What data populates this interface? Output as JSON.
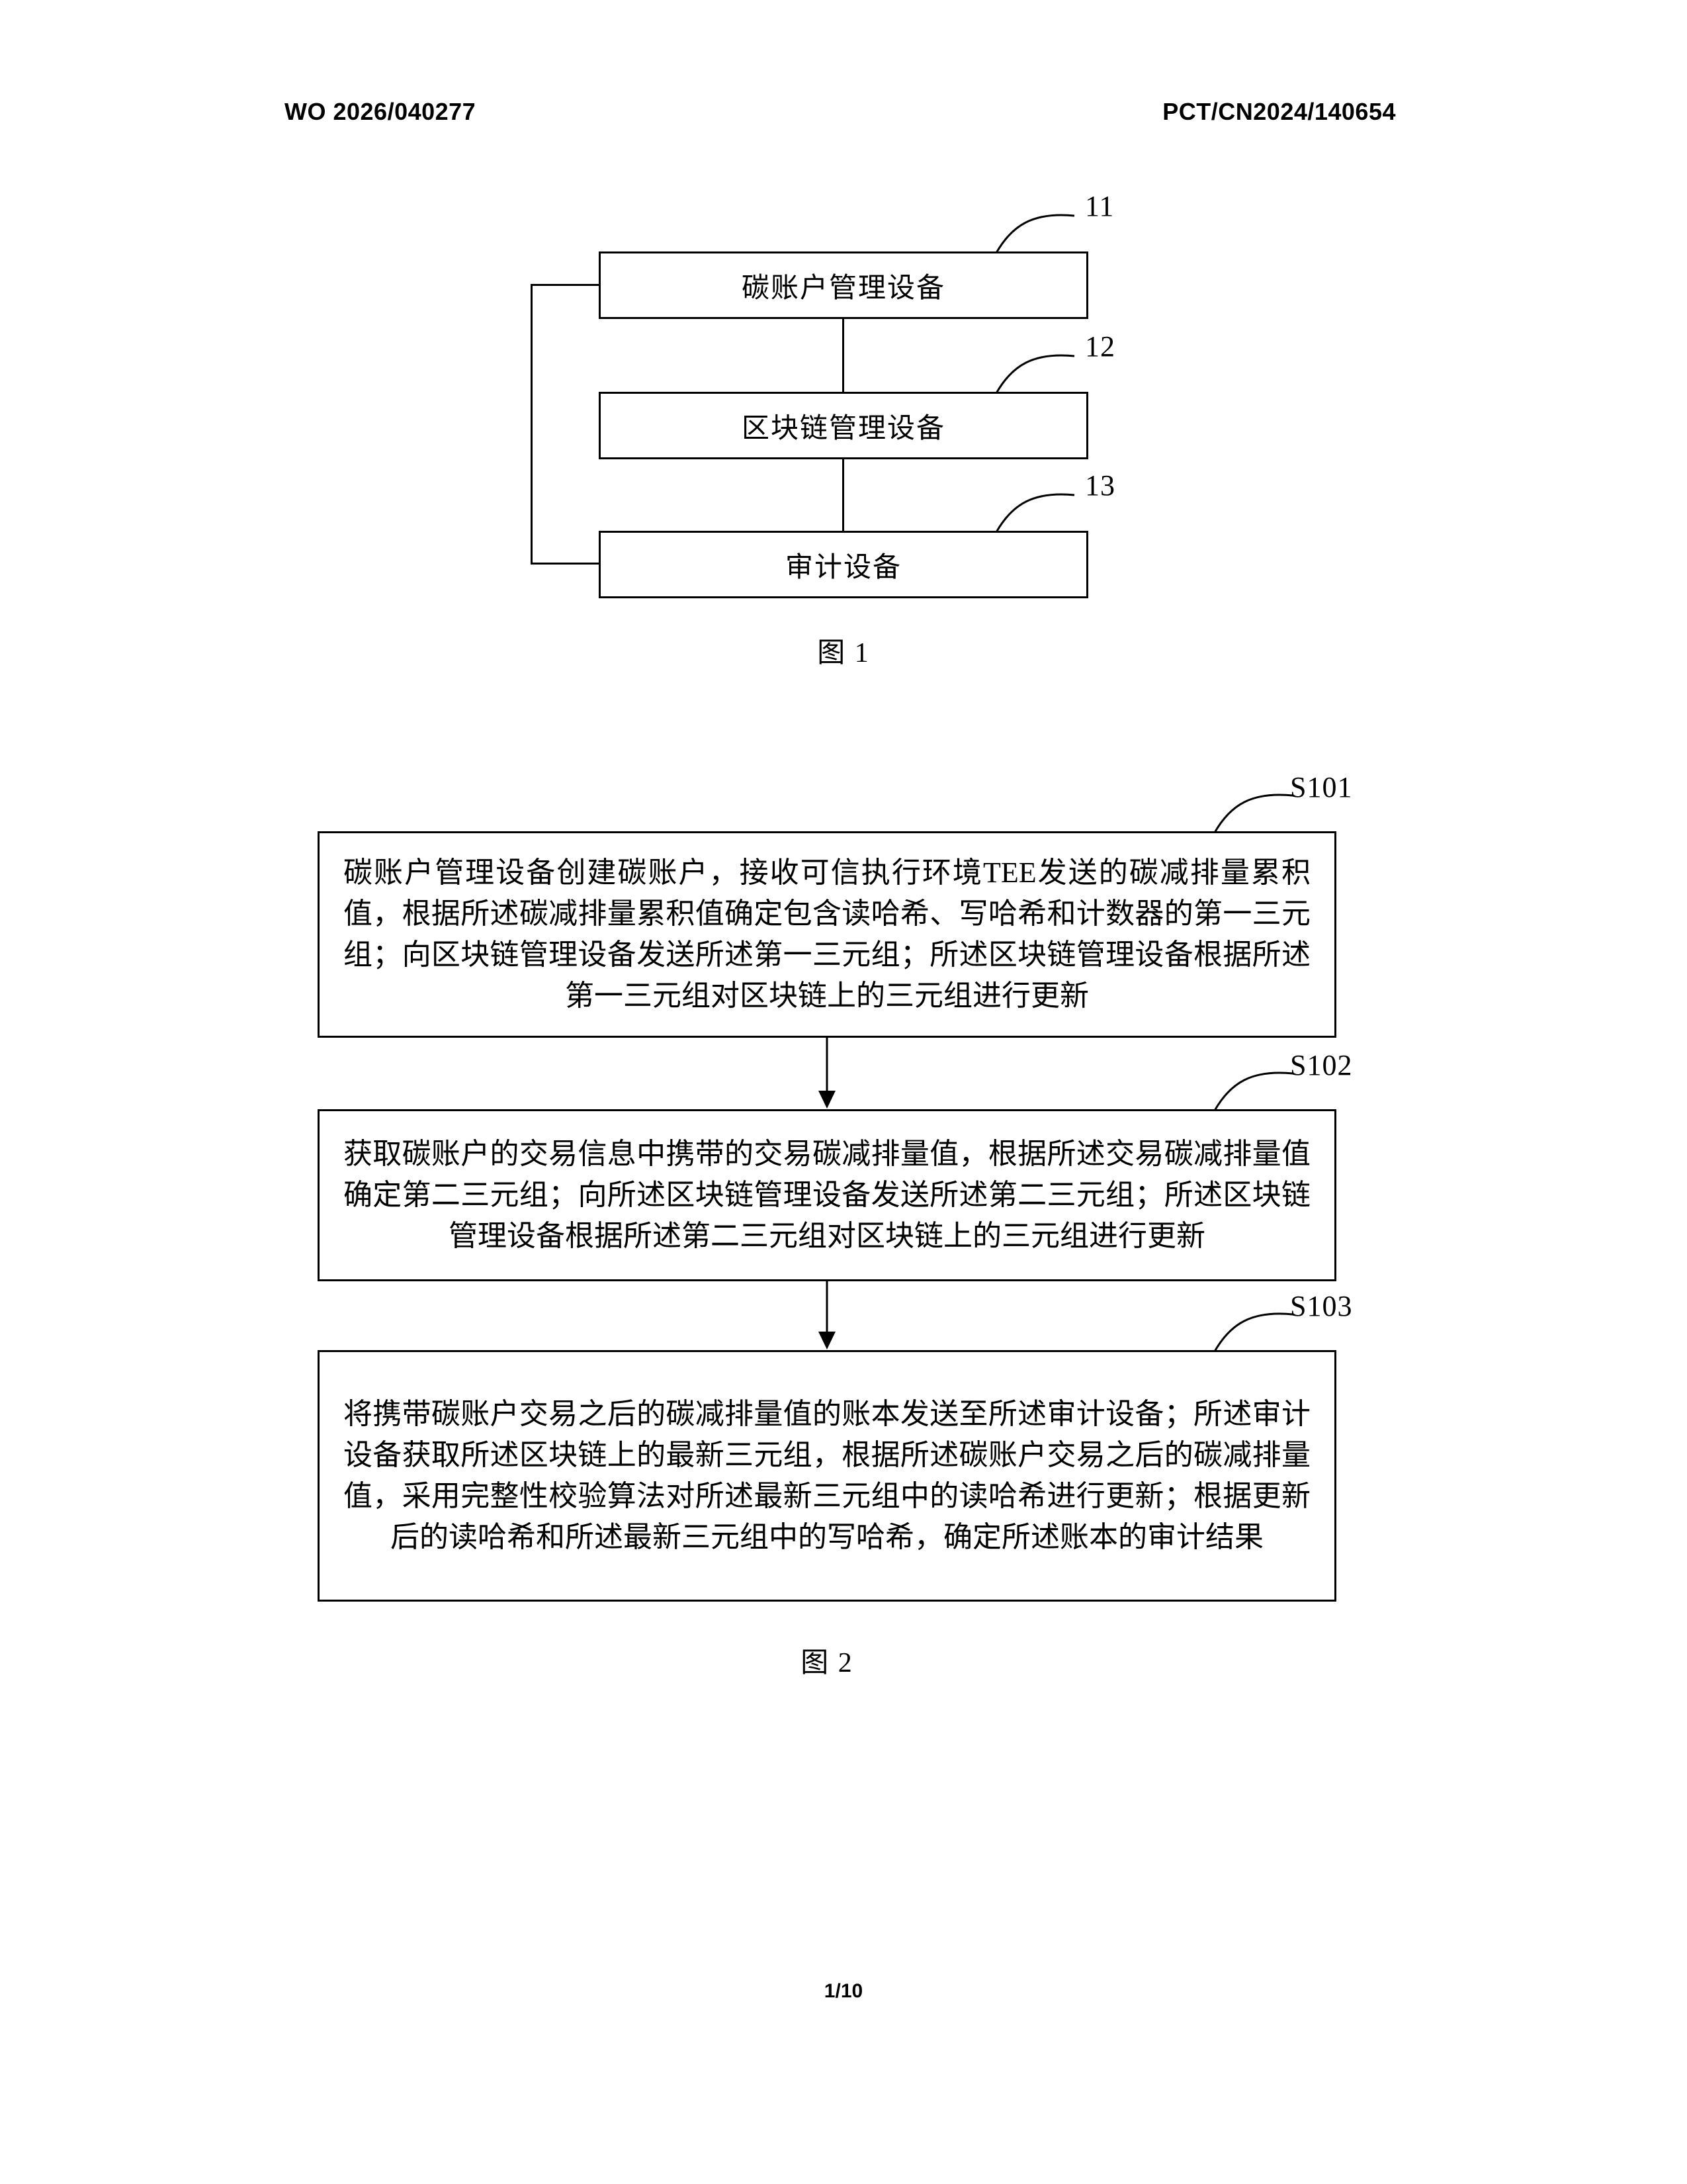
{
  "page": {
    "header_left": "WO 2026/040277",
    "header_right": "PCT/CN2024/140654",
    "page_number": "1/10"
  },
  "figure1": {
    "caption": "图 1",
    "boxes": [
      {
        "ref": "11",
        "label": "碳账户管理设备"
      },
      {
        "ref": "12",
        "label": "区块链管理设备"
      },
      {
        "ref": "13",
        "label": "审计设备"
      }
    ]
  },
  "figure2": {
    "caption": "图 2",
    "steps": [
      {
        "ref": "S101",
        "text": "碳账户管理设备创建碳账户，接收可信执行环境TEE发送的碳减排量累积值，根据所述碳减排量累积值确定包含读哈希、写哈希和计数器的第一三元组；向区块链管理设备发送所述第一三元组；所述区块链管理设备根据所述第一三元组对区块链上的三元组进行更新"
      },
      {
        "ref": "S102",
        "text": "获取碳账户的交易信息中携带的交易碳减排量值，根据所述交易碳减排量值确定第二三元组；向所述区块链管理设备发送所述第二三元组；所述区块链管理设备根据所述第二三元组对区块链上的三元组进行更新"
      },
      {
        "ref": "S103",
        "text": "将携带碳账户交易之后的碳减排量值的账本发送至所述审计设备；所述审计设备获取所述区块链上的最新三元组，根据所述碳账户交易之后的碳减排量值，采用完整性校验算法对所述最新三元组中的读哈希进行更新；根据更新后的读哈希和所述最新三元组中的写哈希，确定所述账本的审计结果"
      }
    ]
  }
}
